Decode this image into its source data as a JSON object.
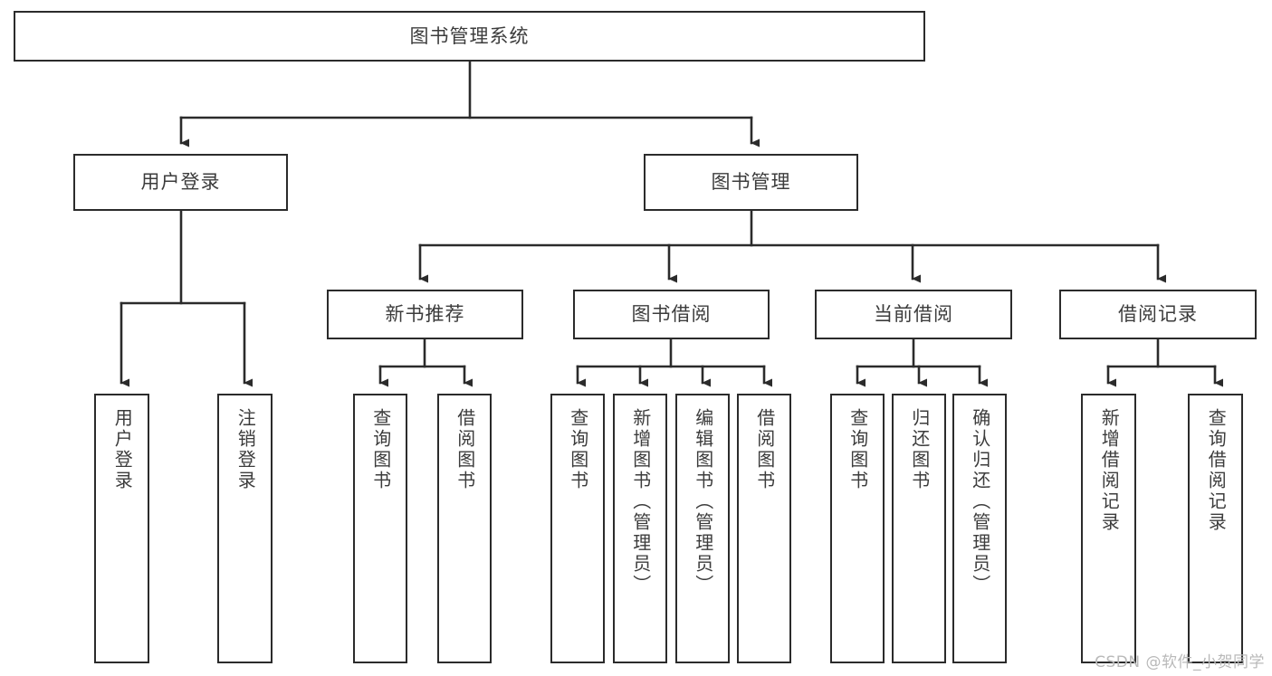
{
  "diagram": {
    "title": "图书管理系统",
    "type": "tree",
    "colors": {
      "box_border": "#2b2b2b",
      "box_fill": "#ffffff",
      "text": "#3c3c3c",
      "edge": "#2b2b2b",
      "watermark": "#b9b9b9",
      "background": "#ffffff"
    },
    "watermark": "CSDN @软件_小贺同学",
    "nodes": {
      "root": {
        "label": "图书管理系统"
      },
      "level2": [
        {
          "label": "用户登录"
        },
        {
          "label": "图书管理"
        }
      ],
      "level3": [
        {
          "label": "新书推荐"
        },
        {
          "label": "图书借阅"
        },
        {
          "label": "当前借阅"
        },
        {
          "label": "借阅记录"
        }
      ],
      "leaves_user_login": [
        {
          "label": "用户登录"
        },
        {
          "label": "注销登录"
        }
      ],
      "leaves_new_books": [
        {
          "label": "查询图书"
        },
        {
          "label": "借阅图书"
        }
      ],
      "leaves_borrow": [
        {
          "label": "查询图书"
        },
        {
          "label": "新增图书（管理员）"
        },
        {
          "label": "编辑图书（管理员）"
        },
        {
          "label": "借阅图书"
        }
      ],
      "leaves_current": [
        {
          "label": "查询图书"
        },
        {
          "label": "归还图书"
        },
        {
          "label": "确认归还（管理员）"
        }
      ],
      "leaves_records": [
        {
          "label": "新增借阅记录"
        },
        {
          "label": "查询借阅记录"
        }
      ]
    }
  }
}
